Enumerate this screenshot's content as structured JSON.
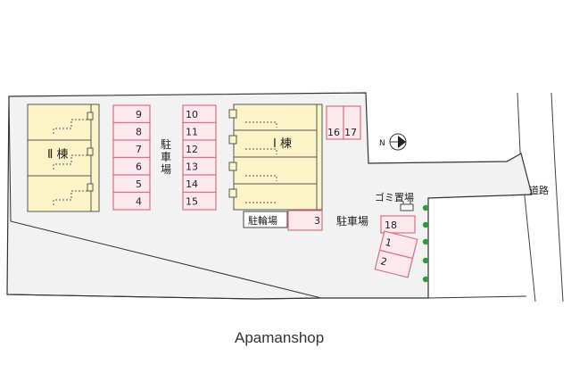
{
  "labels": {
    "building_2": "Ⅱ 棟",
    "building_1": "Ⅰ 棟",
    "parking_center": "駐車場",
    "parking_right": "駐車場",
    "bicycle_parking": "駐輪場",
    "garbage": "ゴミ置場",
    "road": "道路",
    "compass": "N"
  },
  "watermark": "Apamanshop",
  "parking_spaces": {
    "left_column": [
      "9",
      "8",
      "7",
      "6",
      "5",
      "4"
    ],
    "center_column": [
      "10",
      "11",
      "12",
      "13",
      "14",
      "15"
    ],
    "top_right": [
      "16",
      "17"
    ],
    "bike_side": "3",
    "space_18": "18",
    "angled": [
      "1",
      "2"
    ]
  },
  "colors": {
    "lot_fill": "#f2f2f2",
    "building_fill": "#fbf4c6",
    "parking_fill": "#fde8ee",
    "parking_stroke": "#d9707f",
    "tree": "#2e9a3c"
  }
}
